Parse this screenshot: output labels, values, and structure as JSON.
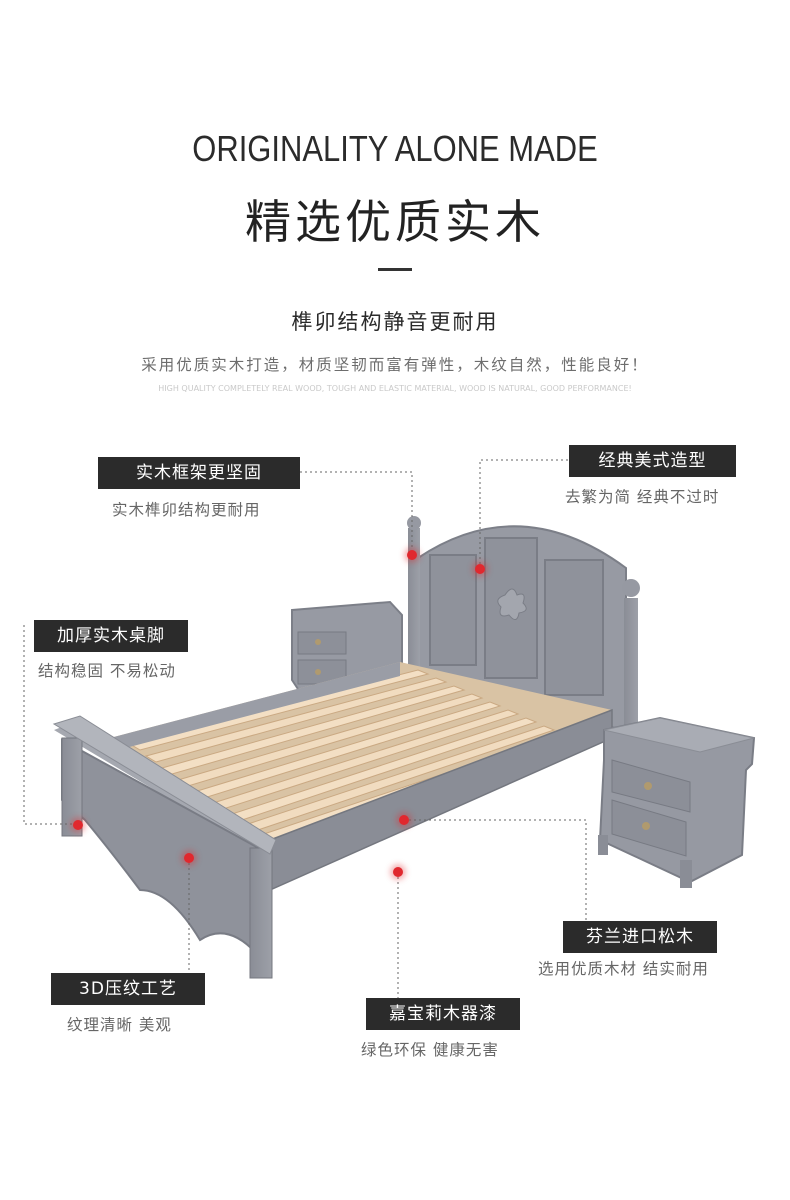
{
  "header": {
    "en_title": "ORIGINALITY ALONE MADE",
    "cn_title": "精选优质实木",
    "sub_title": "榫卯结构静音更耐用",
    "desc_cn": "采用优质实木打造，材质坚韧而富有弹性，木纹自然，性能良好！",
    "desc_en": "HIGH QUALITY COMPLETELY REAL WOOD, TOUGH AND ELASTIC MATERIAL, WOOD IS NATURAL, GOOD PERFORMANCE!"
  },
  "features": [
    {
      "title": "实木框架更坚固",
      "sub": "实木榫卯结构更耐用"
    },
    {
      "title": "经典美式造型",
      "sub": "去繁为简 经典不过时"
    },
    {
      "title": "加厚实木桌脚",
      "sub": "结构稳固 不易松动"
    },
    {
      "title": "芬兰进口松木",
      "sub": "选用优质木材 结实耐用"
    },
    {
      "title": "3D压纹工艺",
      "sub": "纹理清晰 美观"
    },
    {
      "title": "嘉宝莉木器漆",
      "sub": "绿色环保 健康无害"
    }
  ],
  "colors": {
    "tag_bg": "#2b2b2b",
    "dot": "#e0282e",
    "bed_gray": "#8c8f98",
    "slat_wood": "#f1dcc0"
  }
}
